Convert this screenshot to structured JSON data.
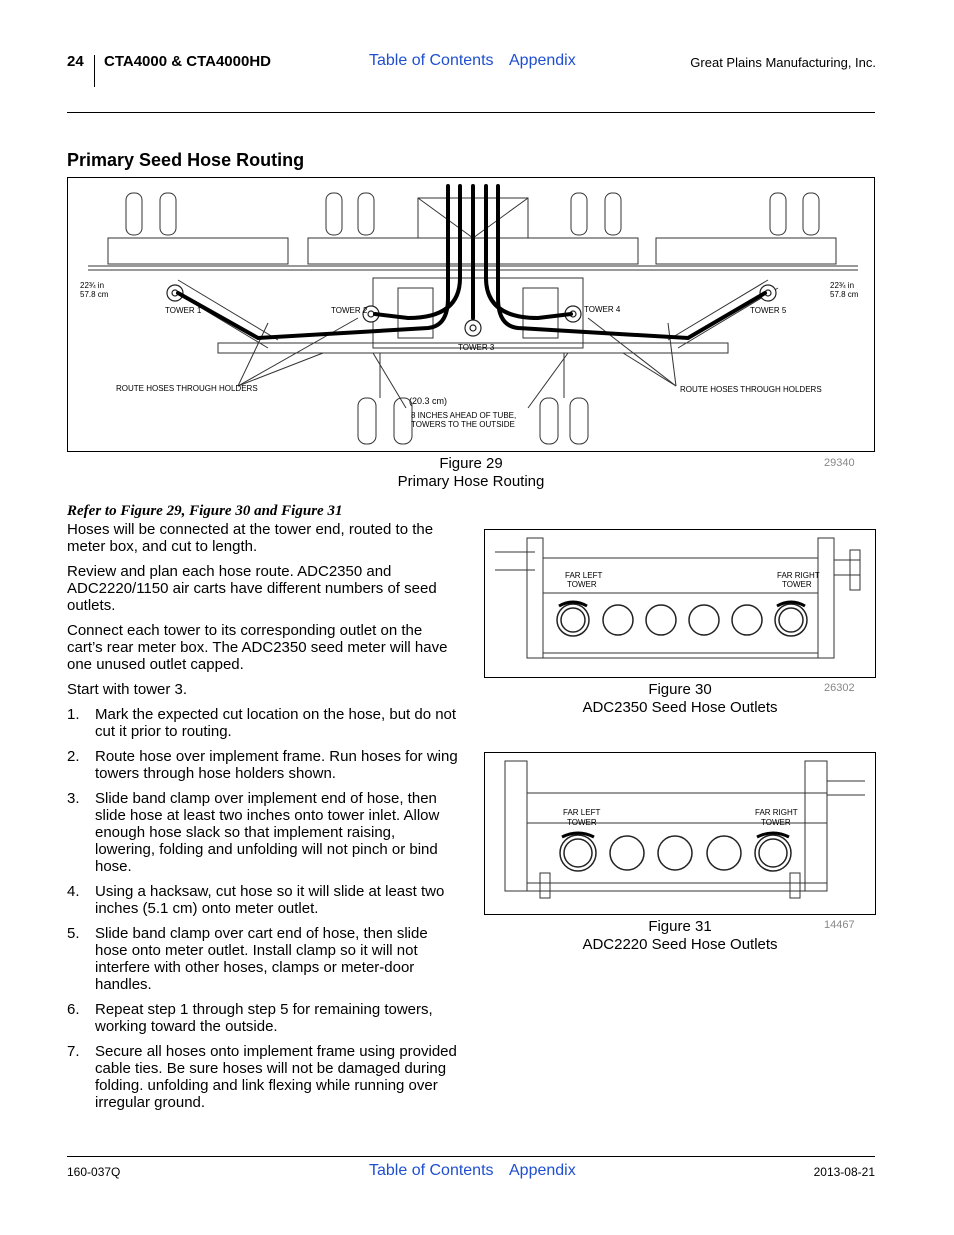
{
  "header": {
    "page_number": "24",
    "doc_title": "CTA4000 & CTA4000HD",
    "toc_link": "Table of Contents",
    "appendix_link": "Appendix",
    "company": "Great Plains Manufacturing, Inc."
  },
  "section_title": "Primary Seed Hose Routing",
  "figure29": {
    "labels": {
      "tower1": "TOWER 1",
      "tower2": "TOWER 2",
      "tower3": "TOWER 3",
      "tower4": "TOWER 4",
      "tower5": "TOWER 5",
      "dim_left_in": "22¾ in",
      "dim_left_cm": "57.8 cm",
      "dim_right_in": "22¾ in",
      "dim_right_cm": "57.8 cm",
      "route_left": "ROUTE HOSES THROUGH HOLDERS",
      "route_right": "ROUTE HOSES THROUGH HOLDERS",
      "ahead_cm": "(20.3 cm)",
      "ahead_line1": "8 INCHES AHEAD OF TUBE,",
      "ahead_line2": "TOWERS TO THE OUTSIDE"
    },
    "caption_num": "Figure 29",
    "caption_title": "Primary Hose Routing",
    "figure_id": "29340"
  },
  "intro_ref": "Refer to Figure 29, Figure 30 and Figure 31",
  "paragraphs": [
    "Hoses will be connected at the tower end, routed to the meter box, and cut to length.",
    "Review and plan each hose route. ADC2350 and ADC2220/1150 air carts have different numbers of seed outlets.",
    "Connect each tower to its corresponding outlet on the cart’s rear meter box. The ADC2350 seed meter will have one unused outlet capped.",
    "Start with tower 3."
  ],
  "steps": [
    {
      "num": "1.",
      "text": "Mark the expected cut location on the hose, but do not cut it prior to routing."
    },
    {
      "num": "2.",
      "text": "Route hose over implement frame. Run hoses for wing towers through hose holders shown."
    },
    {
      "num": "3.",
      "text": "Slide band clamp over implement end of hose, then slide hose at least two inches onto tower inlet. Allow enough hose slack so that implement raising, lowering, folding and unfolding will not pinch or bind hose."
    },
    {
      "num": "4.",
      "text": "Using a hacksaw, cut hose so it will slide at least two inches (5.1 cm) onto meter outlet."
    },
    {
      "num": "5.",
      "text": "Slide band clamp over cart end of hose, then slide hose onto meter outlet. Install clamp so it will not interfere with other hoses, clamps or meter-door handles."
    },
    {
      "num": "6.",
      "text": "Repeat step 1 through step 5 for remaining towers, working toward the outside."
    },
    {
      "num": "7.",
      "text": "Secure all hoses onto implement frame using provided cable ties. Be sure hoses will not be damaged during folding. unfolding and link flexing while running over irregular ground."
    }
  ],
  "figure30": {
    "label_left_1": "FAR LEFT",
    "label_left_2": "TOWER",
    "label_right_1": "FAR RIGHT",
    "label_right_2": "TOWER",
    "caption_num": "Figure 30",
    "caption_title": "ADC2350 Seed Hose Outlets",
    "figure_id": "26302"
  },
  "figure31": {
    "label_left_1": "FAR LEFT",
    "label_left_2": "TOWER",
    "label_right_1": "FAR RIGHT",
    "label_right_2": "TOWER",
    "caption_num": "Figure 31",
    "caption_title": "ADC2220 Seed Hose Outlets",
    "figure_id": "14467"
  },
  "footer": {
    "doc_number": "160-037Q",
    "toc_link": "Table of Contents",
    "appendix_link": "Appendix",
    "date": "2013-08-21"
  }
}
